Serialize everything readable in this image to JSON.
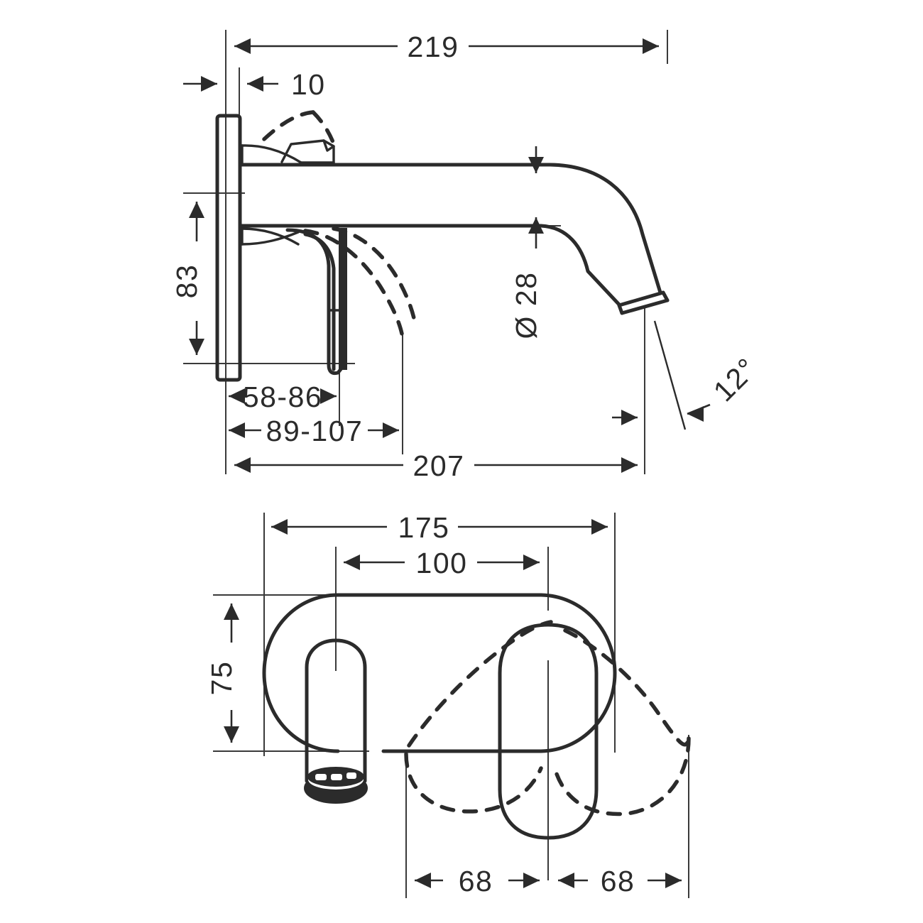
{
  "drawing": {
    "title": "Wall-mounted single lever basin mixer — dimensioned technical drawing",
    "line_color": "#2b2b2b",
    "background_color": "#ffffff",
    "views": [
      {
        "name": "side-elevation-view",
        "label": ""
      },
      {
        "name": "bottom-plan-view",
        "label": ""
      }
    ],
    "dimensions": {
      "side_view": {
        "total_projection": "219",
        "wall_plate_thickness": "10",
        "spout_height": "83",
        "spout_diameter": "Ø 28",
        "handle_clearance_low": "58-86",
        "handle_clearance_high": "89-107",
        "outlet_projection": "207",
        "outlet_angle": "12°"
      },
      "plan_view": {
        "plate_width": "175",
        "center_distance": "100",
        "plate_depth": "75",
        "handle_swing_left": "68",
        "handle_swing_right": "68"
      }
    },
    "labels": [
      {
        "id": "dim-219",
        "text": "219",
        "view": "side-elevation-view",
        "orientation": "horizontal"
      },
      {
        "id": "dim-10",
        "text": "10",
        "view": "side-elevation-view",
        "orientation": "horizontal"
      },
      {
        "id": "dim-83",
        "text": "83",
        "view": "side-elevation-view",
        "orientation": "vertical-ccw"
      },
      {
        "id": "dim-d28",
        "text": "Ø 28",
        "view": "side-elevation-view",
        "orientation": "vertical-ccw"
      },
      {
        "id": "dim-58-86",
        "text": "58-86",
        "view": "side-elevation-view",
        "orientation": "horizontal"
      },
      {
        "id": "dim-89-107",
        "text": "89-107",
        "view": "side-elevation-view",
        "orientation": "horizontal"
      },
      {
        "id": "dim-207",
        "text": "207",
        "view": "side-elevation-view",
        "orientation": "horizontal"
      },
      {
        "id": "dim-12deg",
        "text": "12°",
        "view": "side-elevation-view",
        "orientation": "rotated-45"
      },
      {
        "id": "dim-175",
        "text": "175",
        "view": "bottom-plan-view",
        "orientation": "horizontal"
      },
      {
        "id": "dim-100",
        "text": "100",
        "view": "bottom-plan-view",
        "orientation": "horizontal"
      },
      {
        "id": "dim-75",
        "text": "75",
        "view": "bottom-plan-view",
        "orientation": "vertical-ccw"
      },
      {
        "id": "dim-68-left",
        "text": "68",
        "view": "bottom-plan-view",
        "orientation": "horizontal"
      },
      {
        "id": "dim-68-right",
        "text": "68",
        "view": "bottom-plan-view",
        "orientation": "horizontal"
      }
    ]
  }
}
